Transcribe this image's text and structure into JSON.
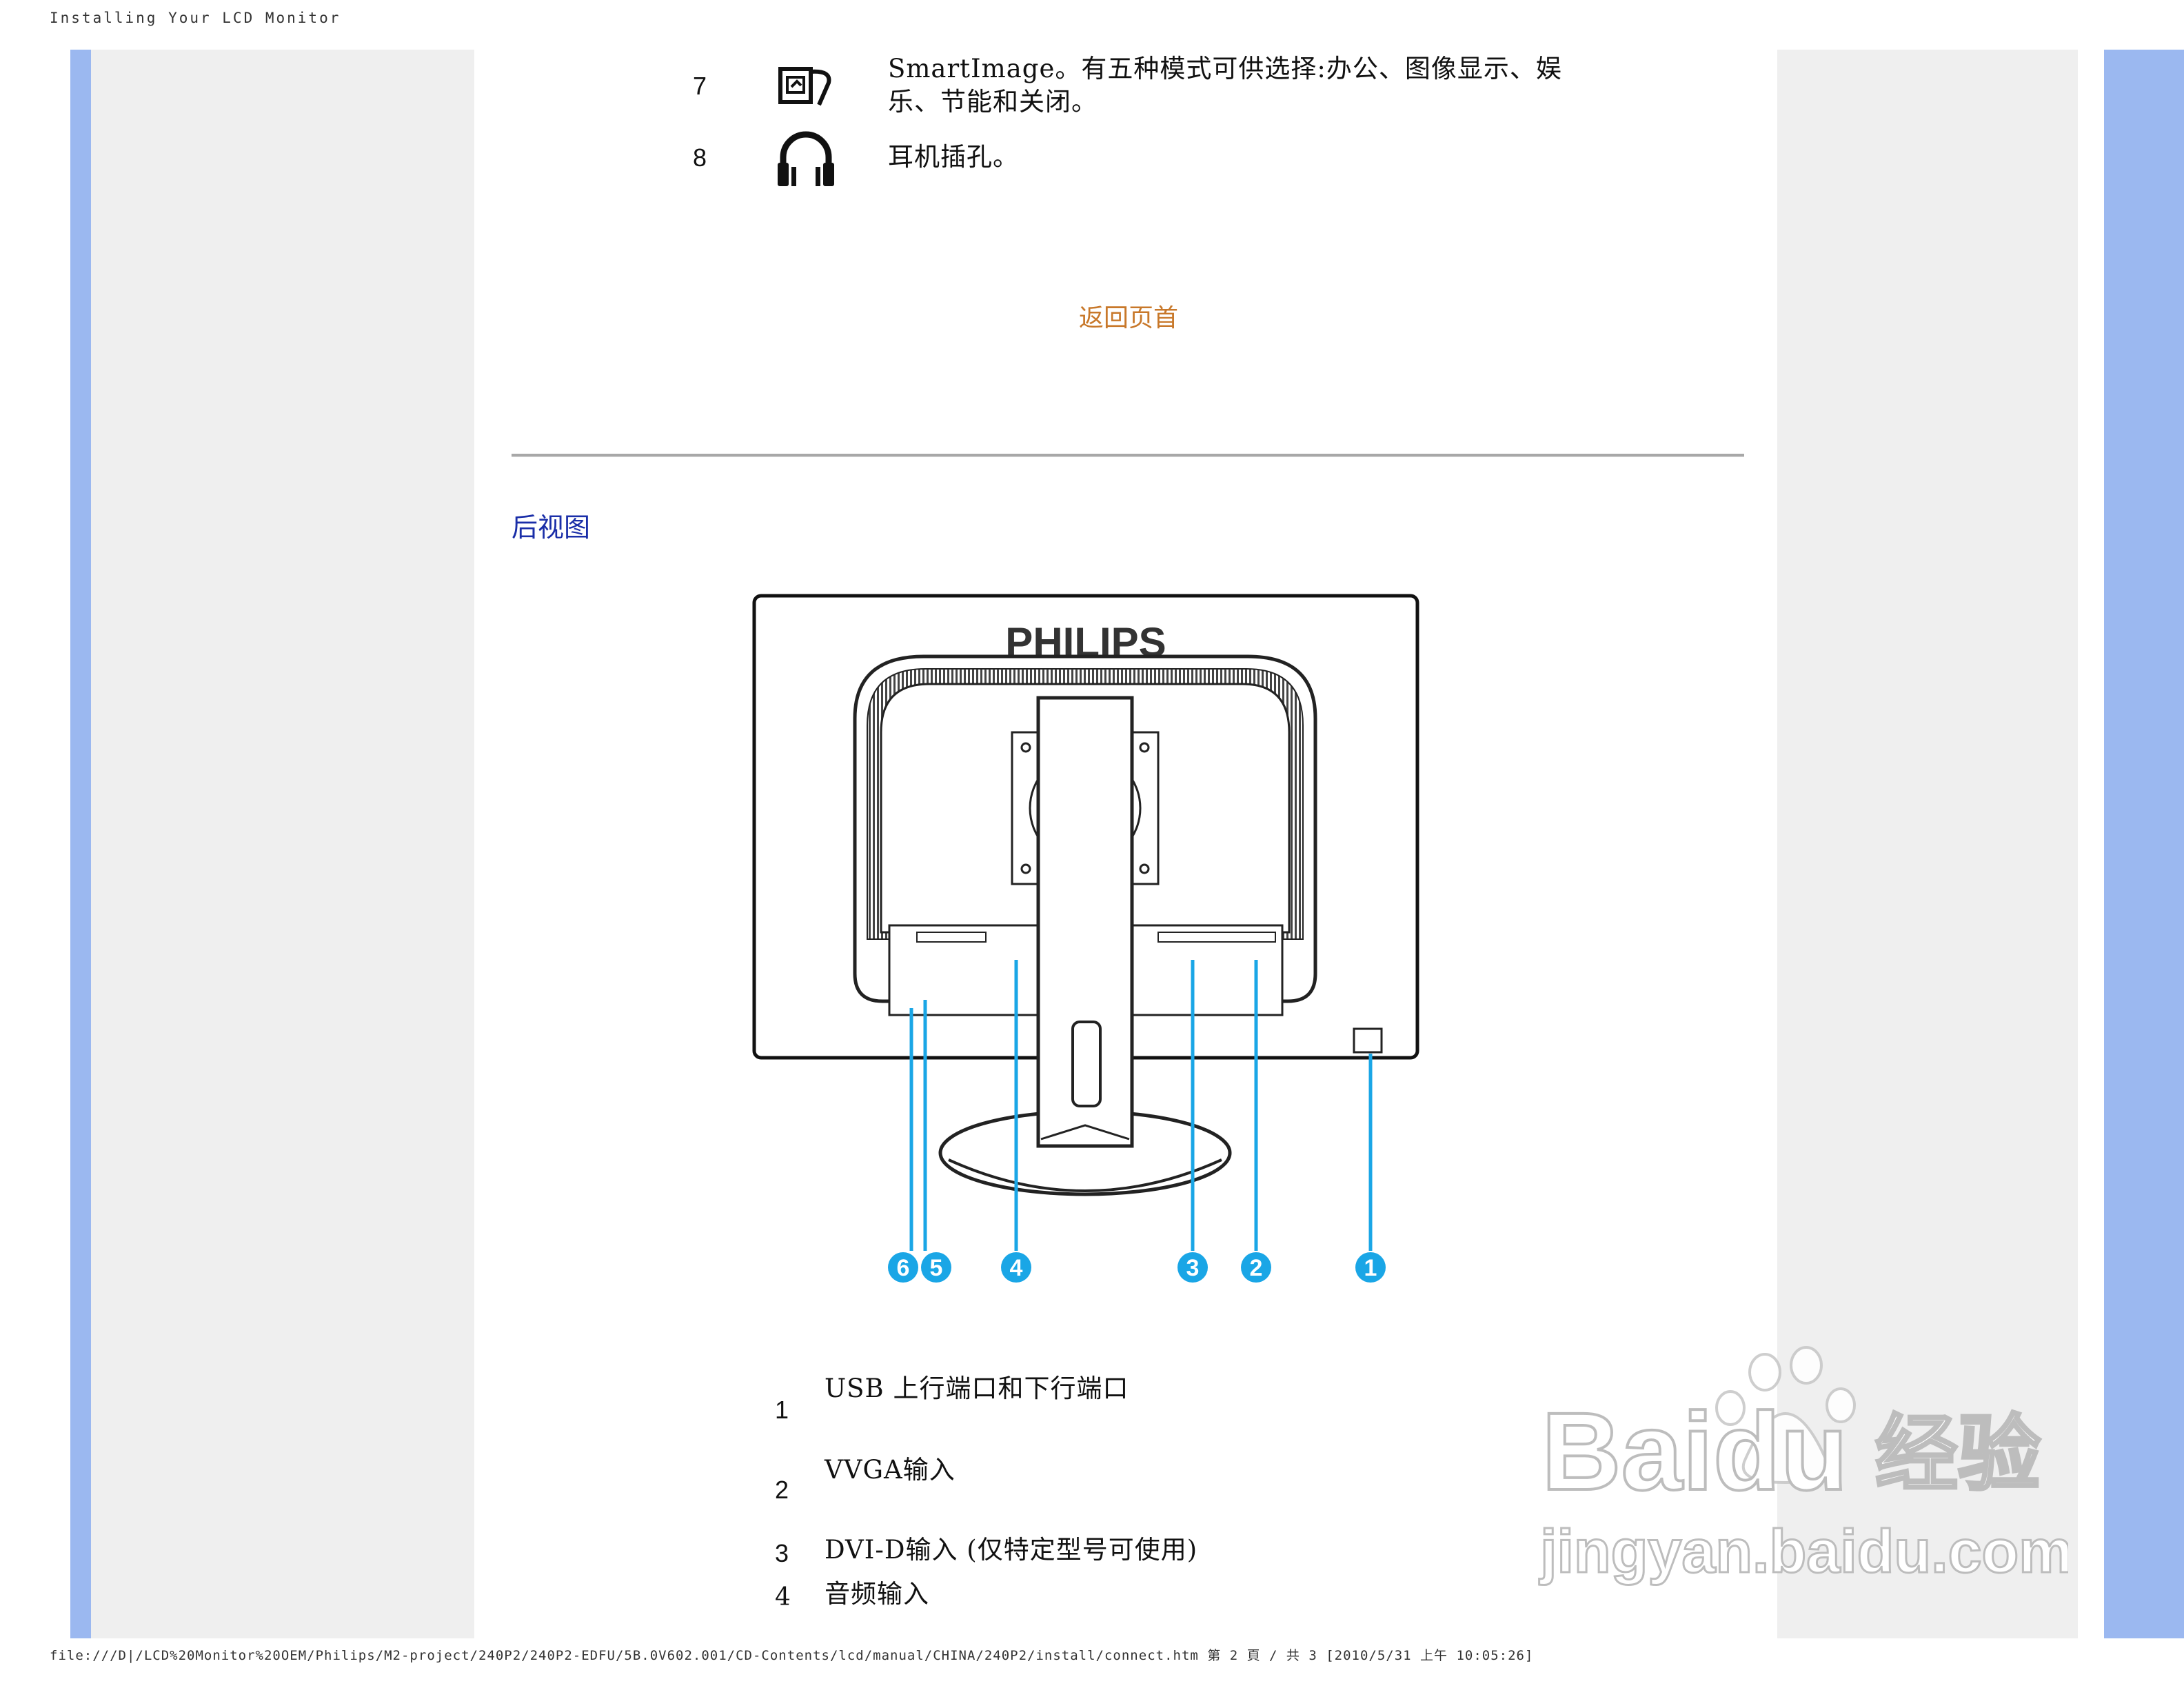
{
  "header": {
    "title": "Installing Your LCD Monitor"
  },
  "controls": [
    {
      "number": "7",
      "icon": "smartimage-icon",
      "text_line1": "SmartImage。有五种模式可供选择:办公、图像显示、娱",
      "text_line2": "乐、节能和关闭。"
    },
    {
      "number": "8",
      "icon": "headphone-icon",
      "text": "耳机插孔。"
    }
  ],
  "back_to_top": "返回页首",
  "rear_view": {
    "heading": "后视图",
    "brand": "PHILIPS",
    "callouts": [
      "6",
      "5",
      "4",
      "3",
      "2",
      "1"
    ],
    "items": [
      {
        "number": "1",
        "text": "USB 上行端口和下行端口"
      },
      {
        "number": "2",
        "text": "VVGA输入"
      },
      {
        "number": "3",
        "text": "DVI-D输入 (仅特定型号可使用)"
      },
      {
        "number": "4",
        "text": "音频输入"
      }
    ]
  },
  "footer": {
    "text": "file:///D|/LCD%20Monitor%20OEM/Philips/M2-project/240P2/240P2-EDFU/5B.0V602.001/CD-Contents/lcd/manual/CHINA/240P2/install/connect.htm 第 2 頁 / 共 3 [2010/5/31 上午 10:05:26]"
  },
  "watermark": {
    "brand": "Baidu",
    "cn": "经验",
    "url": "jingyan.baidu.com"
  },
  "colors": {
    "link_orange": "#c8782a",
    "heading_blue": "#1a2ea8",
    "sidebar_blue": "#9bb8f0",
    "callout_blue": "#1aa6e6"
  }
}
